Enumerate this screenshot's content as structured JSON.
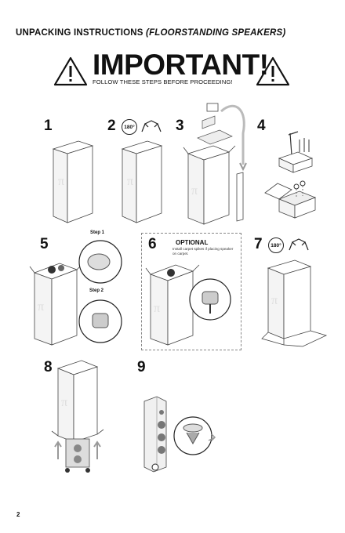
{
  "header": {
    "title_main": "UNPACKING INSTRUCTIONS",
    "title_paren": "(FLOORSTANDING SPEAKERS)"
  },
  "banner": {
    "headline": "IMPORTANT!",
    "subtitle": "FOLLOW THESE STEPS BEFORE PROCEEDING!",
    "icon": "warning-triangle-icon"
  },
  "steps": [
    {
      "number": "1"
    },
    {
      "number": "2",
      "badge": "180°"
    },
    {
      "number": "3"
    },
    {
      "number": "4"
    },
    {
      "number": "5",
      "sub_labels": [
        "Step 1",
        "Step 2"
      ]
    },
    {
      "number": "6",
      "optional_title": "OPTIONAL",
      "optional_text": "Install carpet spikes if placing speaker on carpet."
    },
    {
      "number": "7",
      "badge": "180°"
    },
    {
      "number": "8"
    },
    {
      "number": "9"
    }
  ],
  "footer": {
    "page_number": "2"
  }
}
